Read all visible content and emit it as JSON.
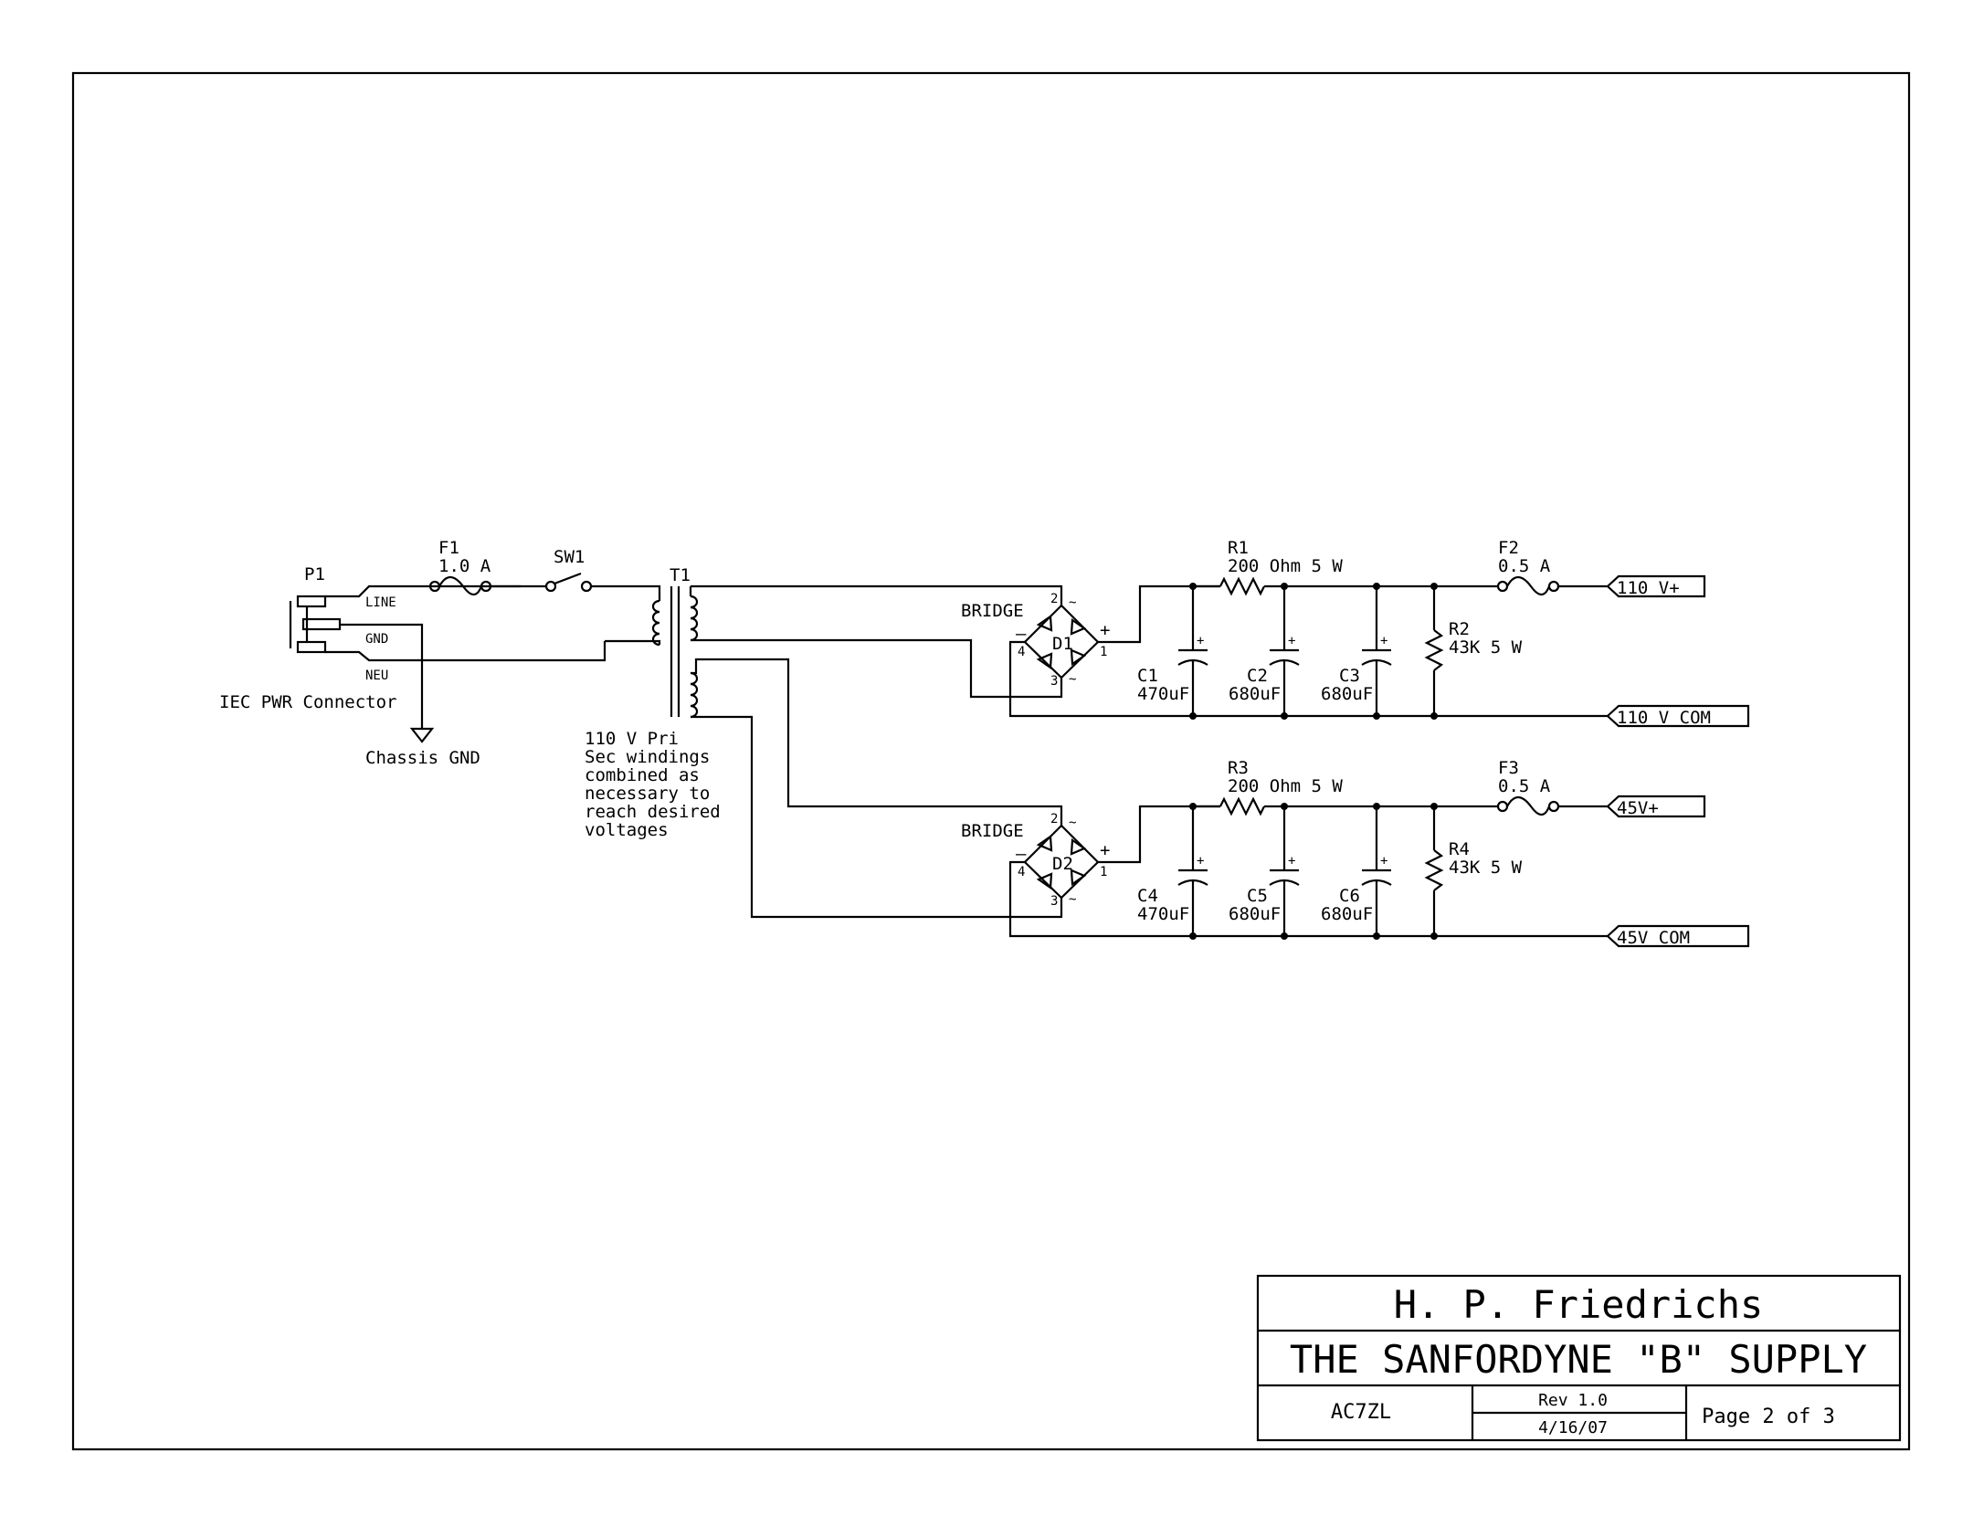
{
  "labels": {
    "p1": "P1",
    "line": "LINE",
    "gnd": "GND",
    "neu": "NEU",
    "iec": "IEC PWR Connector",
    "chassis_gnd": "Chassis GND",
    "f1": "F1",
    "f1_value": "1.0 A",
    "sw1": "SW1",
    "t1": "T1",
    "t1_note": [
      "110 V Pri",
      "Sec windings",
      "combined as",
      "necessary to",
      "reach desired",
      "voltages"
    ],
    "bridge1": "BRIDGE",
    "bridge2": "BRIDGE",
    "d1": "D1",
    "d2": "D2",
    "pin1": "1",
    "pin2": "2",
    "pin3": "3",
    "pin4": "4",
    "plus": "+",
    "minus": "–",
    "tilde": "~",
    "r1": "R1",
    "r1_value": "200 Ohm 5 W",
    "r2": "R2",
    "r2_value": "43K  5 W",
    "r3": "R3",
    "r3_value": "200 Ohm 5 W",
    "r4": "R4",
    "r4_value": "43K 5 W",
    "c1": "C1",
    "c1_value": "470uF",
    "c2": "C2",
    "c2_value": "680uF",
    "c3": "C3",
    "c3_value": "680uF",
    "c4": "C4",
    "c4_value": "470uF",
    "c5": "C5",
    "c5_value": "680uF",
    "c6": "C6",
    "c6_value": "680uF",
    "f2": "F2",
    "f2_value": "0.5 A",
    "f3": "F3",
    "f3_value": "0.5 A",
    "out_110_plus": "110 V+",
    "out_110_com": "110 V COM",
    "out_45_plus": "45V+",
    "out_45_com": "45V COM"
  },
  "title_block": {
    "author": "H. P. Friedrichs",
    "title": "THE SANFORDYNE \"B\" SUPPLY",
    "callsign": "AC7ZL",
    "revision": "Rev 1.0",
    "date": "4/16/07",
    "page": "Page 2 of 3"
  }
}
